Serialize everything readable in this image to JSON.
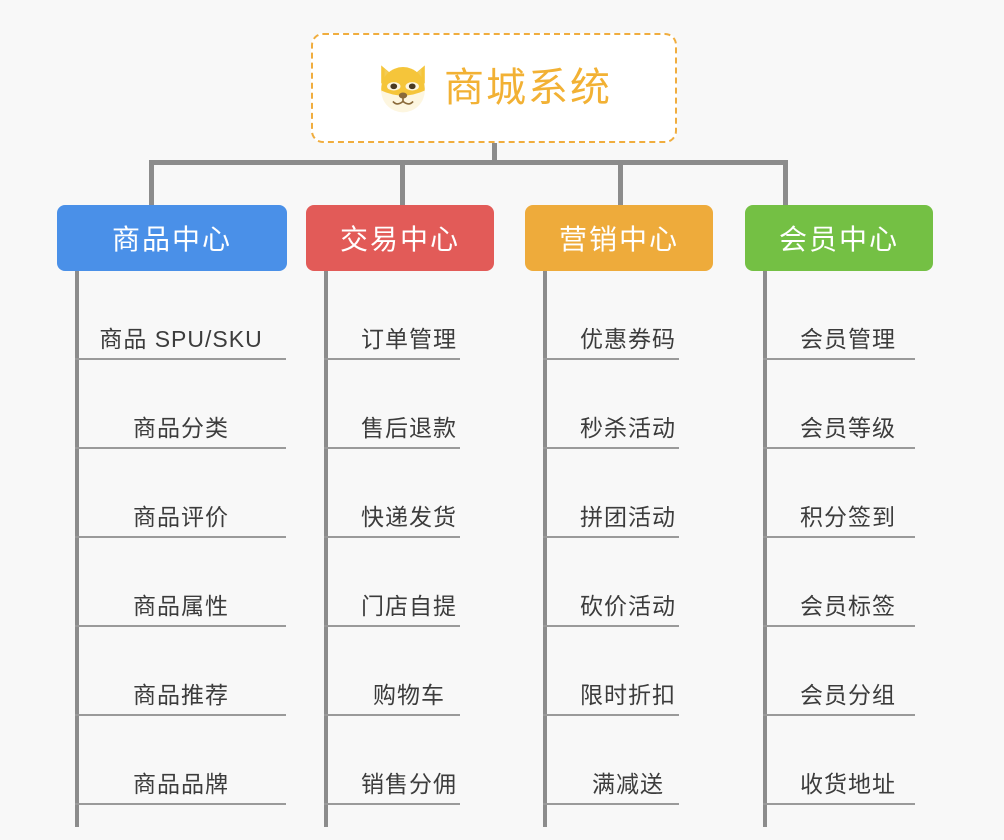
{
  "theme": {
    "background": "#f8f8f8",
    "root_border": "#f0ad3e",
    "root_text": "#f2b134",
    "connector": "#8c8c8c",
    "leaf_text": "#3c3c3c",
    "leaf_rule": "#9a9a9a"
  },
  "root": {
    "title": "商城系统",
    "icon": "shiba-dog-face-icon"
  },
  "branches": [
    {
      "label": "商品中心",
      "color": "#4a90e8",
      "items": [
        "商品 SPU/SKU",
        "商品分类",
        "商品评价",
        "商品属性",
        "商品推荐",
        "商品品牌"
      ]
    },
    {
      "label": "交易中心",
      "color": "#e25b58",
      "items": [
        "订单管理",
        "售后退款",
        "快递发货",
        "门店自提",
        "购物车",
        "销售分佣"
      ]
    },
    {
      "label": "营销中心",
      "color": "#eeab3b",
      "items": [
        "优惠券码",
        "秒杀活动",
        "拼团活动",
        "砍价活动",
        "限时折扣",
        "满减送"
      ]
    },
    {
      "label": "会员中心",
      "color": "#74c044",
      "items": [
        "会员管理",
        "会员等级",
        "积分签到",
        "会员标签",
        "会员分组",
        "收货地址"
      ]
    }
  ]
}
